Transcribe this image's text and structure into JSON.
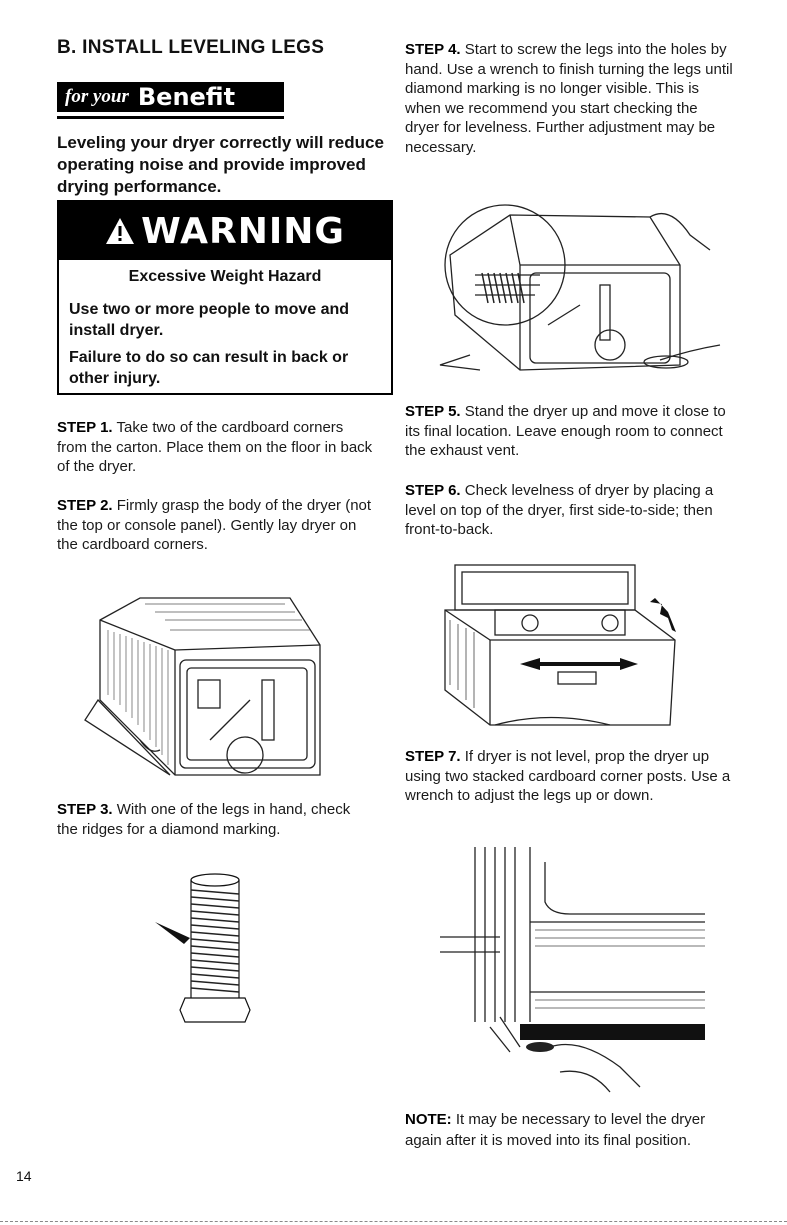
{
  "section": {
    "title": "B. INSTALL LEVELING LEGS"
  },
  "benefit": {
    "prefix": "for your",
    "word": "Benefit"
  },
  "lead_text": "Leveling your dryer correctly will reduce operating noise and provide improved drying performance.",
  "warning": {
    "title": "WARNING",
    "subtitle": "Excessive Weight Hazard",
    "line1": "Use two or more people to move and install dryer.",
    "line2": "Failure to do so can result in back or other injury."
  },
  "steps": [
    {
      "label": "STEP 1.",
      "text": "Take two of the cardboard corners from the carton. Place them on the floor in back of the dryer."
    },
    {
      "label": "STEP 2.",
      "text": "Firmly grasp the body of the dryer (not the top or console panel). Gently lay dryer on the cardboard corners."
    },
    {
      "label": "STEP 3.",
      "text": "With one of the legs in hand, check the ridges for a diamond marking."
    },
    {
      "label": "STEP 4.",
      "text": "Start to screw the legs into the holes by hand. Use a wrench to finish turning the legs until diamond marking is no longer visible. This is when we recommend you start checking the dryer for levelness. Further adjustment may be necessary."
    },
    {
      "label": "STEP 5.",
      "text": "Stand the dryer up and move it close to its final location. Leave enough room to connect the exhaust vent."
    },
    {
      "label": "STEP 6.",
      "text": "Check levelness of dryer by placing a level on top of the dryer, first side-to-side; then front-to-back."
    },
    {
      "label": "STEP 7.",
      "text": "If dryer is not level, prop the dryer up using two stacked cardboard corner posts. Use a wrench to adjust the legs up or down."
    }
  ],
  "note": {
    "label": "NOTE:",
    "text": "It may be necessary to level the dryer again after it is moved into its final position."
  },
  "page_number": "14",
  "icons": [
    "warning-triangle-icon"
  ]
}
